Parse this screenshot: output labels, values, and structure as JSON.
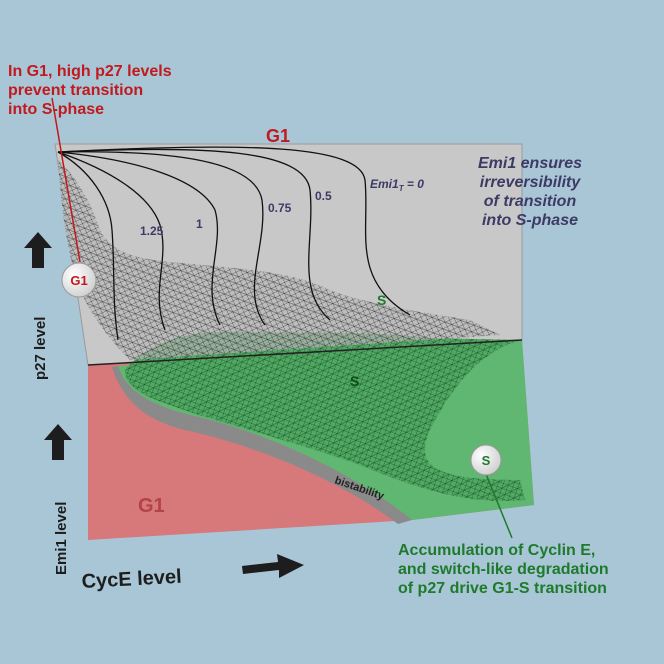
{
  "annotations": {
    "g1_note": [
      "In G1, high p27 levels",
      "prevent transition",
      "into S-phase"
    ],
    "emi1_note": [
      "Emi1 ensures",
      "irreversibility",
      "of transition",
      "into S-phase"
    ],
    "s_note": [
      "Accumulation of Cyclin E,",
      "and switch-like degradation",
      "of p27 drive G1-S transition"
    ]
  },
  "axes": {
    "p27": "p27 level",
    "emi1": "Emi1 level",
    "cyce": "CycE level"
  },
  "regions": {
    "back_g1": "G1",
    "back_s": "S",
    "floor_g1": "G1",
    "floor_s": "S",
    "bistability": "bistability"
  },
  "markers": {
    "g1": "G1",
    "s": "S"
  },
  "curves": {
    "labels": [
      "1.25",
      "1",
      "0.75",
      "0.5"
    ],
    "emi1_prefix": "Emi1",
    "emi1_sub": "T",
    "emi1_suffix": " = 0"
  },
  "colors": {
    "background": "#a9c6d6",
    "back_panel": "#c8c8c8",
    "g1_region": "#d7787b",
    "s_region": "#5fb771",
    "bistable_band": "#8a8a8a",
    "red_text": "#c0191e",
    "green_text": "#1e7a2c",
    "purple_text": "#3d3a66"
  }
}
